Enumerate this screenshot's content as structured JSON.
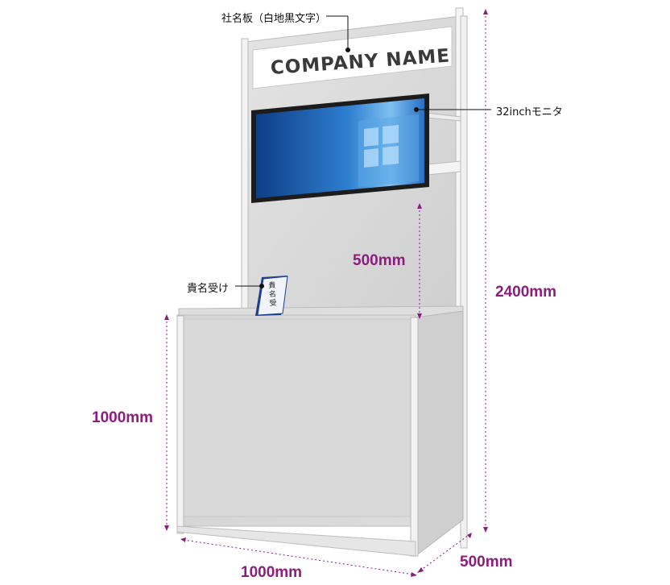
{
  "colors": {
    "dimension": "#8c1d7c",
    "panel": "#d9d9d9",
    "frame": "#eeeeee",
    "monitor_bezel": "#1c1c1c",
    "screen": "#1f63b5",
    "box_blue": "#1d3f8f"
  },
  "callouts": {
    "sign_label": "社名板（白地黒文字）",
    "monitor_label": "32inchモニタ",
    "guestbook_label": "貴名受け"
  },
  "sign": {
    "text": "COMPANY NAME"
  },
  "guestbook_box": {
    "text": "貴名受"
  },
  "dimensions": {
    "monitor_height": "500mm",
    "total_height": "2400mm",
    "counter_height": "1000mm",
    "width": "1000mm",
    "depth": "500mm"
  }
}
